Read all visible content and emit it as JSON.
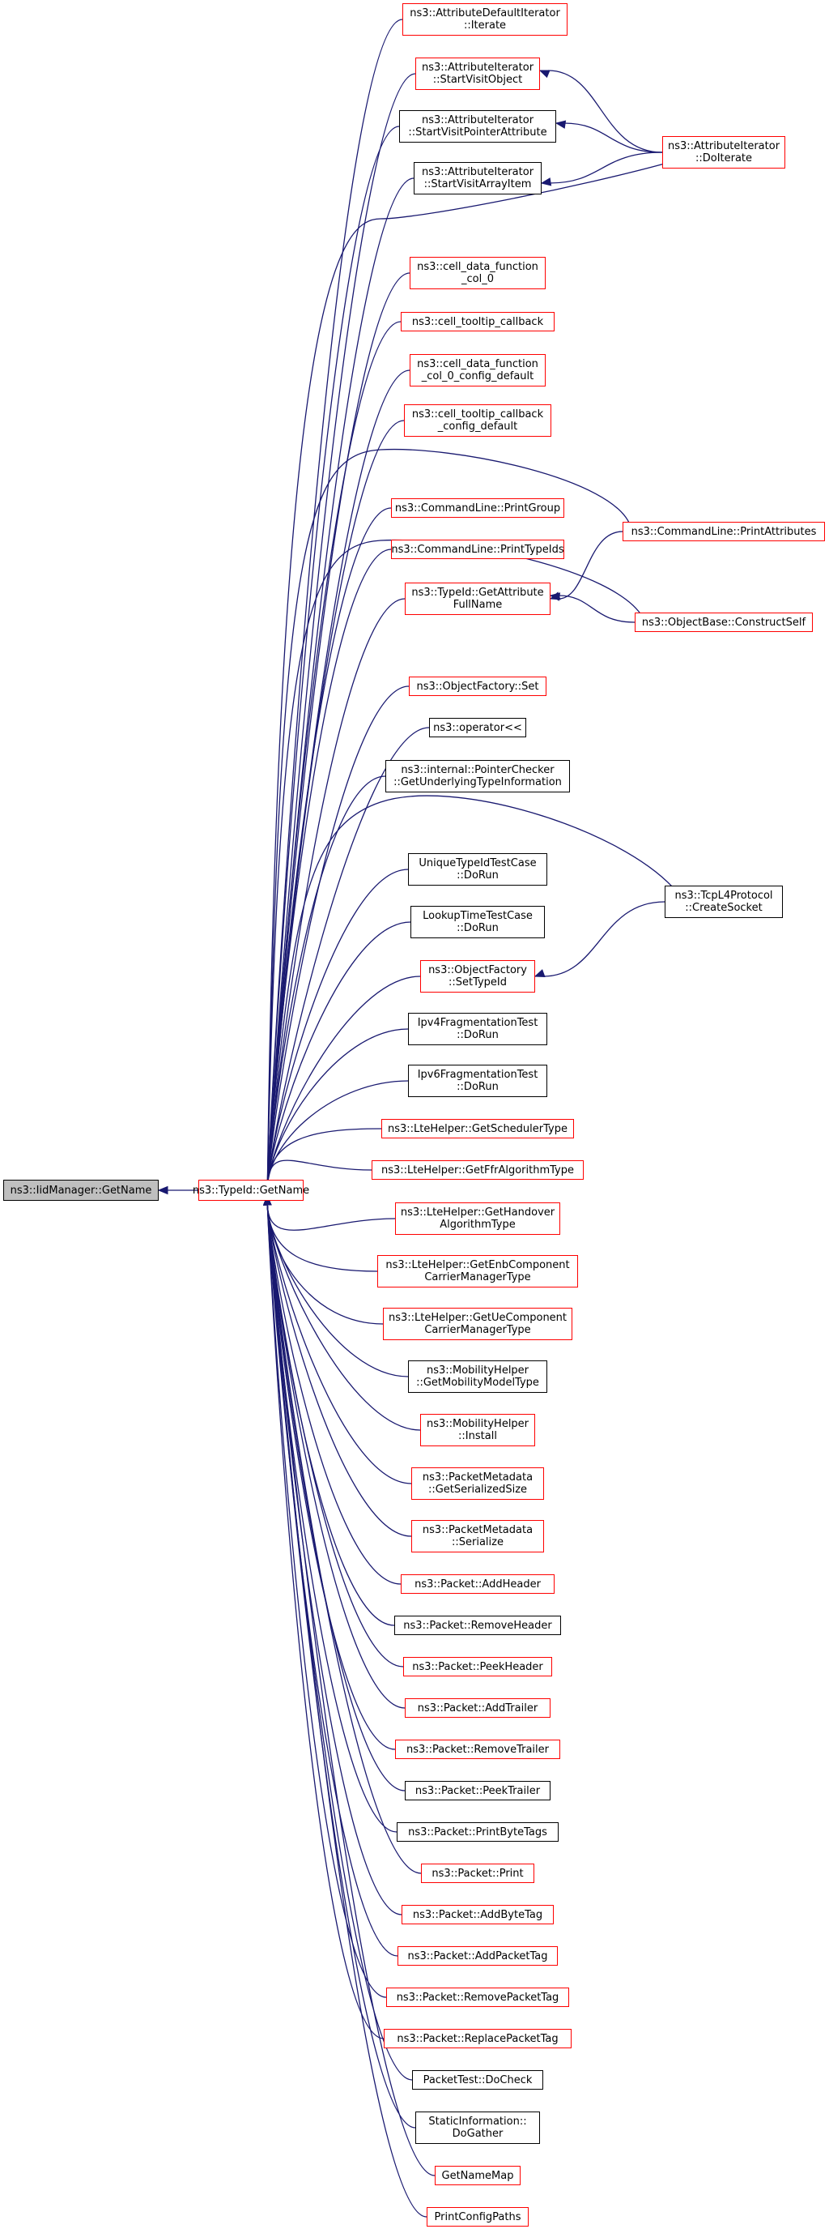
{
  "graph": {
    "root": {
      "label": "ns3::IidManager::GetName"
    },
    "hub": {
      "label": "ns3::TypeId::GetName"
    },
    "callers": [
      {
        "id": "attributedefaultiterator_iterate",
        "label": "ns3::AttributeDefaultIterator\n::Iterate",
        "border": "red"
      },
      {
        "id": "attributeiterator_startvisitobject",
        "label": "ns3::AttributeIterator\n::StartVisitObject",
        "border": "red"
      },
      {
        "id": "attributeiterator_startvisitpointerattribute",
        "label": "ns3::AttributeIterator\n::StartVisitPointerAttribute",
        "border": "black"
      },
      {
        "id": "attributeiterator_startvisitarrayitem",
        "label": "ns3::AttributeIterator\n::StartVisitArrayItem",
        "border": "black"
      },
      {
        "id": "cell_data_function_col_0",
        "label": "ns3::cell_data_function\n_col_0",
        "border": "red"
      },
      {
        "id": "cell_tooltip_callback",
        "label": "ns3::cell_tooltip_callback",
        "border": "red"
      },
      {
        "id": "cell_data_function_col_0_config_default",
        "label": "ns3::cell_data_function\n_col_0_config_default",
        "border": "red"
      },
      {
        "id": "cell_tooltip_callback_config_default",
        "label": "ns3::cell_tooltip_callback\n_config_default",
        "border": "red"
      },
      {
        "id": "commandline_printgroup",
        "label": "ns3::CommandLine::PrintGroup",
        "border": "red"
      },
      {
        "id": "commandline_printtypeids",
        "label": "ns3::CommandLine::PrintTypeIds",
        "border": "red"
      },
      {
        "id": "typeid_getattributefullname",
        "label": "ns3::TypeId::GetAttribute\nFullName",
        "border": "red"
      },
      {
        "id": "objectfactory_set",
        "label": "ns3::ObjectFactory::Set",
        "border": "red"
      },
      {
        "id": "operator_stream",
        "label": "ns3::operator<<",
        "border": "black"
      },
      {
        "id": "pointerchecker",
        "label": "ns3::internal::PointerChecker\n::GetUnderlyingTypeInformation",
        "border": "black"
      },
      {
        "id": "uniquetypeidtestcase",
        "label": "UniqueTypeIdTestCase\n::DoRun",
        "border": "black"
      },
      {
        "id": "lookuptimetestcase",
        "label": "LookupTimeTestCase\n::DoRun",
        "border": "black"
      },
      {
        "id": "objectfactory_settypeid",
        "label": "ns3::ObjectFactory\n::SetTypeId",
        "border": "red"
      },
      {
        "id": "ipv4fragmentationtest",
        "label": "Ipv4FragmentationTest\n::DoRun",
        "border": "black"
      },
      {
        "id": "ipv6fragmentationtest",
        "label": "Ipv6FragmentationTest\n::DoRun",
        "border": "black"
      },
      {
        "id": "ltehelper_getschedulertype",
        "label": "ns3::LteHelper::GetSchedulerType",
        "border": "red"
      },
      {
        "id": "ltehelper_getffralgorithmtype",
        "label": "ns3::LteHelper::GetFfrAlgorithmType",
        "border": "red"
      },
      {
        "id": "ltehelper_gethandoveralgorithmtype",
        "label": "ns3::LteHelper::GetHandover\nAlgorithmType",
        "border": "red"
      },
      {
        "id": "ltehelper_getenbcomponentcarriermanagertype",
        "label": "ns3::LteHelper::GetEnbComponent\nCarrierManagerType",
        "border": "red"
      },
      {
        "id": "ltehelper_getuecomponentcarriermanagertype",
        "label": "ns3::LteHelper::GetUeComponent\nCarrierManagerType",
        "border": "red"
      },
      {
        "id": "mobilityhelper_getmobilitymodeltype",
        "label": "ns3::MobilityHelper\n::GetMobilityModelType",
        "border": "black"
      },
      {
        "id": "mobilityhelper_install",
        "label": "ns3::MobilityHelper\n::Install",
        "border": "red"
      },
      {
        "id": "packetmetadata_getserializedsize",
        "label": "ns3::PacketMetadata\n::GetSerializedSize",
        "border": "red"
      },
      {
        "id": "packetmetadata_serialize",
        "label": "ns3::PacketMetadata\n::Serialize",
        "border": "red"
      },
      {
        "id": "packet_addheader",
        "label": "ns3::Packet::AddHeader",
        "border": "red"
      },
      {
        "id": "packet_removeheader",
        "label": "ns3::Packet::RemoveHeader",
        "border": "black"
      },
      {
        "id": "packet_peekheader",
        "label": "ns3::Packet::PeekHeader",
        "border": "red"
      },
      {
        "id": "packet_addtrailer",
        "label": "ns3::Packet::AddTrailer",
        "border": "red"
      },
      {
        "id": "packet_removetrailer",
        "label": "ns3::Packet::RemoveTrailer",
        "border": "red"
      },
      {
        "id": "packet_peektrailer",
        "label": "ns3::Packet::PeekTrailer",
        "border": "black"
      },
      {
        "id": "packet_printbytetags",
        "label": "ns3::Packet::PrintByteTags",
        "border": "black"
      },
      {
        "id": "packet_print",
        "label": "ns3::Packet::Print",
        "border": "red"
      },
      {
        "id": "packet_addbytetag",
        "label": "ns3::Packet::AddByteTag",
        "border": "red"
      },
      {
        "id": "packet_addpackettag",
        "label": "ns3::Packet::AddPacketTag",
        "border": "red"
      },
      {
        "id": "packet_removepackettag",
        "label": "ns3::Packet::RemovePacketTag",
        "border": "red"
      },
      {
        "id": "packet_replacepackettag",
        "label": "ns3::Packet::ReplacePacketTag",
        "border": "red"
      },
      {
        "id": "packettest_docheck",
        "label": "PacketTest::DoCheck",
        "border": "black"
      },
      {
        "id": "staticinformation_dogather",
        "label": "StaticInformation::\nDoGather",
        "border": "black"
      },
      {
        "id": "getnamemap",
        "label": "GetNameMap",
        "border": "red"
      },
      {
        "id": "printconfigpaths",
        "label": "PrintConfigPaths",
        "border": "red"
      }
    ],
    "outer": [
      {
        "id": "attributeiterator_doiterate",
        "label": "ns3::AttributeIterator\n::DoIterate",
        "border": "red"
      },
      {
        "id": "commandline_printattributes",
        "label": "ns3::CommandLine::PrintAttributes",
        "border": "red"
      },
      {
        "id": "objectbase_constructself",
        "label": "ns3::ObjectBase::ConstructSelf",
        "border": "red"
      },
      {
        "id": "tcpl4protocol_createsocket",
        "label": "ns3::TcpL4Protocol\n::CreateSocket",
        "border": "black"
      }
    ],
    "colors": {
      "edge": "#191970",
      "red_border": "#ff0000",
      "black_border": "#000000",
      "root_fill": "#bfbfbf"
    }
  }
}
